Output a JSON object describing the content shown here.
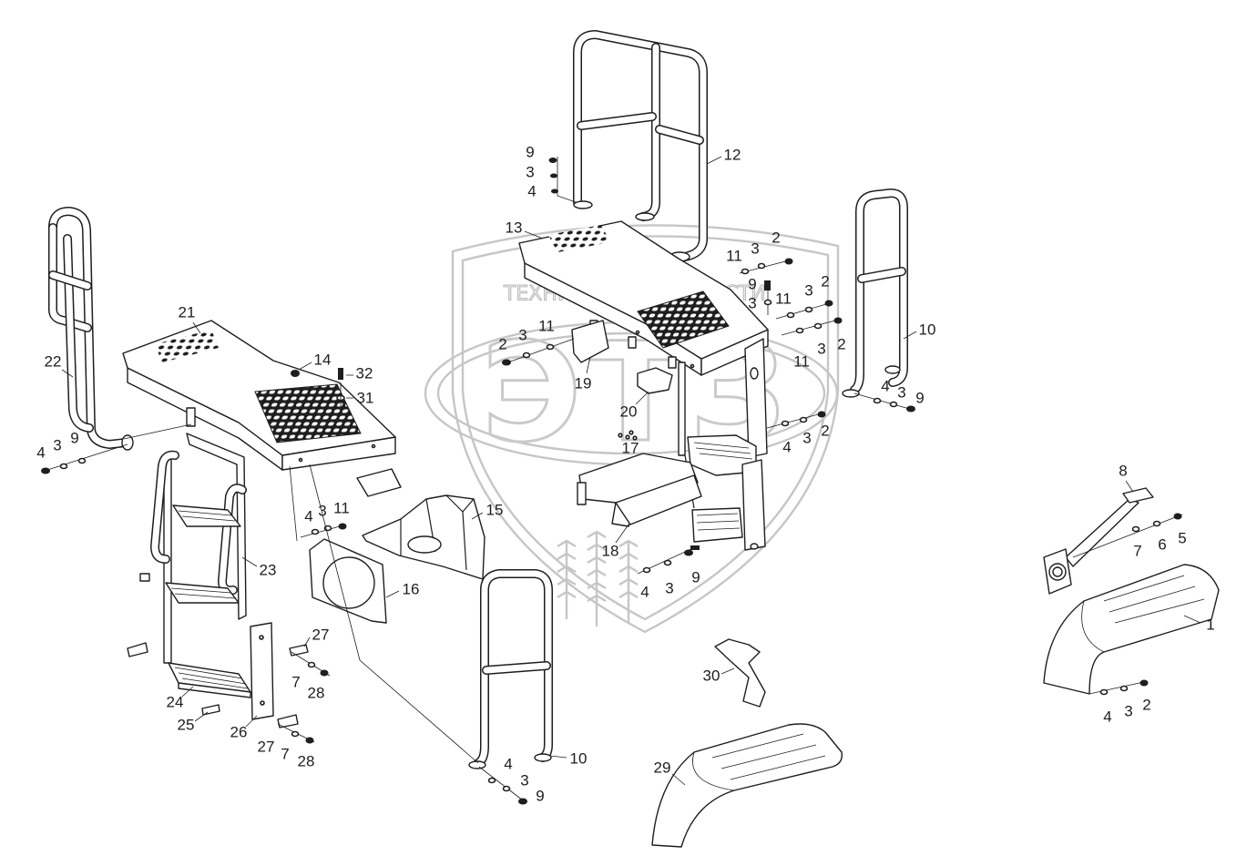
{
  "callouts": [
    "12",
    "9",
    "3",
    "4",
    "13",
    "2",
    "3",
    "11",
    "9",
    "3",
    "11",
    "3",
    "2",
    "11",
    "3",
    "2",
    "3",
    "2",
    "11",
    "19",
    "10",
    "4",
    "3",
    "9",
    "20",
    "2",
    "3",
    "4",
    "17",
    "15",
    "18",
    "9",
    "3",
    "4",
    "21",
    "22",
    "14",
    "32",
    "31",
    "4",
    "3",
    "9",
    "4",
    "3",
    "11",
    "23",
    "16",
    "27",
    "7",
    "28",
    "24",
    "25",
    "26",
    "27",
    "7",
    "28",
    "4",
    "10",
    "3",
    "9",
    "30",
    "29",
    "8",
    "5",
    "6",
    "7",
    "1",
    "4",
    "3",
    "2"
  ],
  "watermark": {
    "emblem": "ЭТЗ",
    "banner_left": "ТЕХНИКА",
    "banner_right": "ЗАПЧАСТИ",
    "icon": "gear-icon"
  },
  "colors": {
    "line": "#1e1e1e",
    "watermark": "#c6c6c6",
    "background": "#ffffff"
  }
}
